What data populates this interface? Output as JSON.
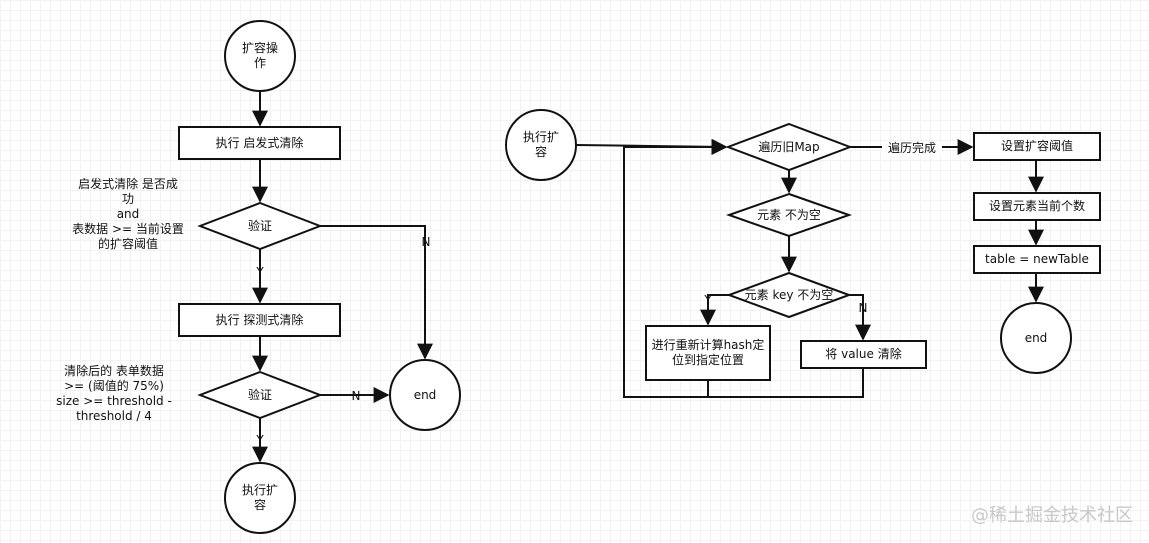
{
  "nodes": {
    "start_left": "扩容操作",
    "exec_heuristic": "执行 启发式清除",
    "verify1": "验证",
    "exec_probe": "执行 探测式清除",
    "verify2": "验证",
    "end_left": "end",
    "exec_resize_left": "执行扩容",
    "start_right": "执行扩容",
    "traverse_old_map": "遍历旧Map",
    "element_not_null": "元素 不为空",
    "key_not_null": "元素 key 不为空",
    "rehash": "进行重新计算hash定位到指定位置",
    "clear_value": "将 value 清除",
    "set_threshold": "设置扩容阈值",
    "set_count": "设置元素当前个数",
    "table_assign": "table = newTable",
    "end_right": "end"
  },
  "notes": {
    "note1_lines": [
      "启发式清除 是否成",
      "功",
      "and",
      "表数据 >= 当前设置",
      "的扩容阈值"
    ],
    "note2_lines": [
      "清除后的 表单数据",
      ">= (阈值的 75%)",
      "size >= threshold -",
      "threshold / 4"
    ]
  },
  "edge_labels": {
    "verify1_no": "N",
    "verify1_yes": "Y",
    "verify2_no": "N",
    "verify2_yes": "Y",
    "traverse_done": "遍历完成",
    "key_yes": "Y",
    "key_no": "N"
  },
  "watermark": "@稀土掘金技术社区"
}
